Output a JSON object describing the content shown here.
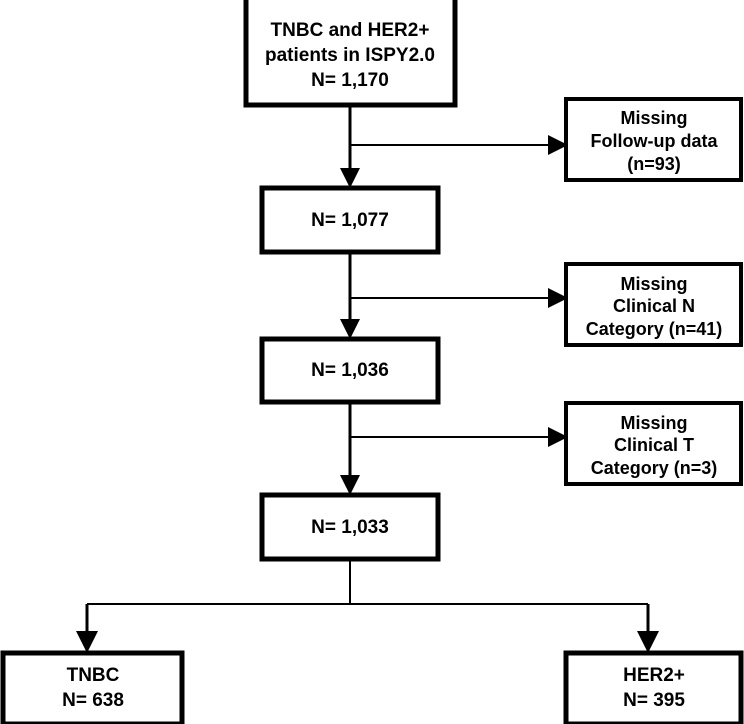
{
  "diagram": {
    "title": "CONSORT-style patient selection flow diagram",
    "colors": {
      "stroke": "#000000",
      "fill": "#ffffff",
      "text": "#000000"
    },
    "nodes": {
      "cohort_total": {
        "lines": [
          "TNBC and HER2+",
          "patients in ISPY2.0",
          "N= 1,170"
        ]
      },
      "after_followup": {
        "lines": [
          "N= 1,077"
        ]
      },
      "after_clinical_n": {
        "lines": [
          "N= 1,036"
        ]
      },
      "after_clinical_t": {
        "lines": [
          "N= 1,033"
        ]
      },
      "excluded_followup": {
        "lines": [
          "Missing",
          "Follow-up data",
          "(n=93)"
        ]
      },
      "excluded_clinical_n": {
        "lines": [
          "Missing",
          "Clinical N",
          "Category (n=41)"
        ]
      },
      "excluded_clinical_t": {
        "lines": [
          "Missing",
          "Clinical T",
          "Category (n=3)"
        ]
      },
      "group_tnbc": {
        "lines": [
          "TNBC",
          "N= 638"
        ]
      },
      "group_her2": {
        "lines": [
          "HER2+",
          "N= 395"
        ]
      }
    }
  }
}
